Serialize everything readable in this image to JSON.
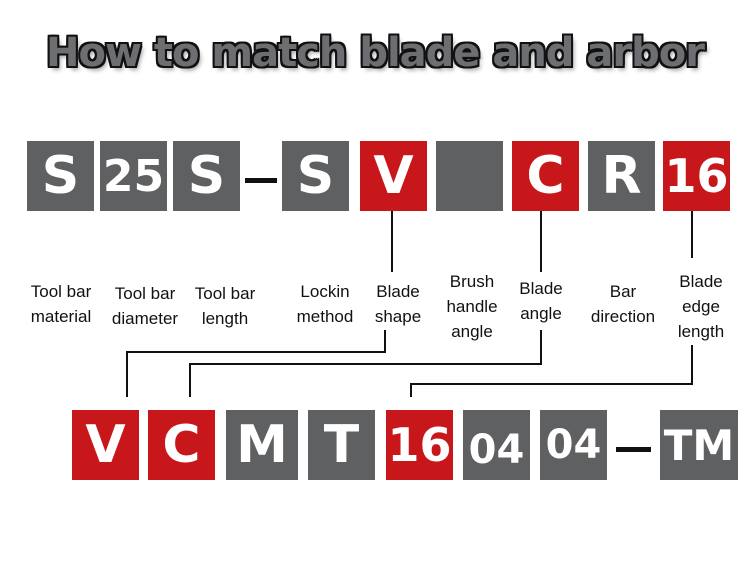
{
  "title": "How to match blade and arbor",
  "top_code": {
    "boxes": [
      "S",
      "25",
      "S",
      "S",
      "V",
      "",
      "C",
      "R",
      "16"
    ],
    "dash": "–"
  },
  "labels": [
    "Tool bar\nmaterial",
    "Tool bar\ndiameter",
    "Tool bar\nlength",
    "Lockin\nmethod",
    "Blade\nshape",
    "Brush\nhandle\nangle",
    "Blade\nangle",
    "Bar\ndirection",
    "Blade\nedge\nlength"
  ],
  "bottom_code": {
    "boxes": [
      "V",
      "C",
      "M",
      "T",
      "16",
      "04",
      "04",
      "TM"
    ],
    "dash": "–"
  },
  "colors": {
    "gray": "#5f6062",
    "red": "#c8171b",
    "line": "#111111"
  }
}
